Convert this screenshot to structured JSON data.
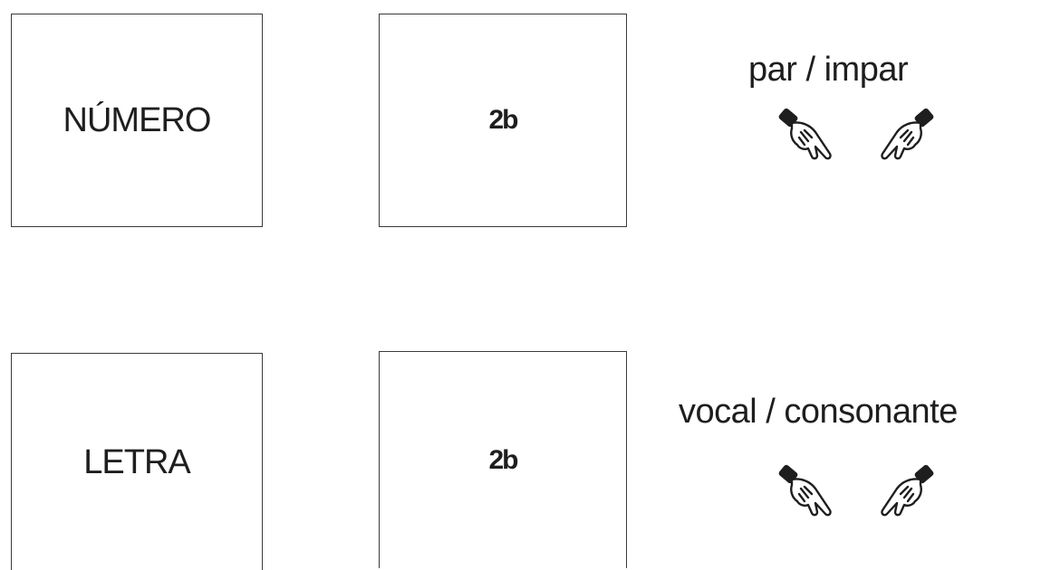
{
  "rows": [
    {
      "category": "NÚMERO",
      "value": "2b",
      "choice": "par / impar",
      "left_hand_icon": "pointing-hand-left-icon",
      "right_hand_icon": "pointing-hand-right-icon"
    },
    {
      "category": "LETRA",
      "value": "2b",
      "choice": "vocal / consonante",
      "left_hand_icon": "pointing-hand-left-icon",
      "right_hand_icon": "pointing-hand-right-icon"
    }
  ],
  "colors": {
    "ink": "#1e1e1e",
    "border": "#3a3a3a",
    "background": "#ffffff"
  }
}
